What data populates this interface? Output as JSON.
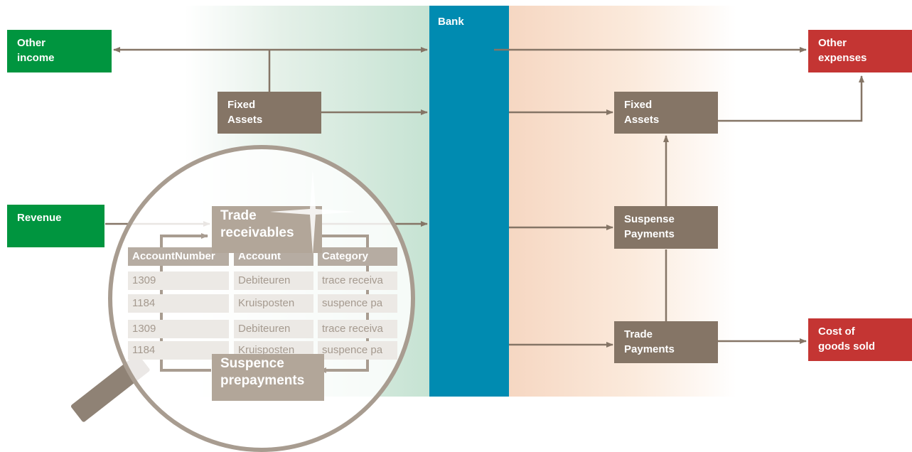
{
  "bank": {
    "label": "Bank"
  },
  "left": {
    "other_income": "Other\nincome",
    "revenue": "Revenue",
    "fixed_assets": "Fixed\nAssets"
  },
  "right": {
    "other_expenses": "Other\nexpenses",
    "fixed_assets": "Fixed\nAssets",
    "suspense_payments": "Suspense\nPayments",
    "trade_payments": "Trade\nPayments",
    "cost_of_goods_sold": "Cost of\ngoods sold"
  },
  "magnifier": {
    "trade_receivables": "Trade\nreceivables",
    "suspence_prepayments": "Suspence\nprepayments",
    "table": {
      "headers": [
        "AccountNumber",
        "Account",
        "Category"
      ],
      "rows": [
        [
          "1309",
          "Debiteuren",
          "trace receiva"
        ],
        [
          "1184",
          "Kruisposten",
          "suspence pa"
        ],
        [
          "1309",
          "Debiteuren",
          "trace receiva"
        ],
        [
          "1184",
          "Kruisposten",
          "suspence pa"
        ]
      ]
    }
  },
  "colors": {
    "green": "#00953f",
    "red": "#c43533",
    "brown": "#857566",
    "bank": "#008bb1",
    "arrow": "#857566"
  }
}
